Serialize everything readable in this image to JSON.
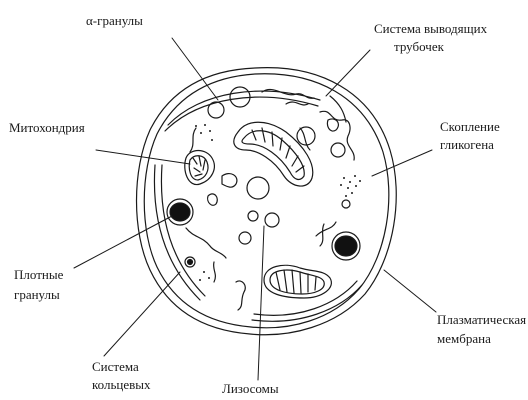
{
  "diagram": {
    "labels": {
      "alpha_granules": "α-гранулы",
      "tubule_system_line1": "Система выводящих",
      "tubule_system_line2": "трубочек",
      "mitochondria": "Митохондрия",
      "glycogen_line1": "Скопление",
      "glycogen_line2": "гликогена",
      "dense_granules_line1": "Плотные",
      "dense_granules_line2": "гранулы",
      "membrane_line1": "Плазматическая",
      "membrane_line2": "мембрана",
      "ring_system_line1": "Система",
      "ring_system_line2": "кольцевых",
      "lysosomes": "Лизосомы"
    },
    "colors": {
      "ink": "#1a1a1a",
      "background": "#ffffff",
      "dense_fill": "#111111"
    }
  }
}
